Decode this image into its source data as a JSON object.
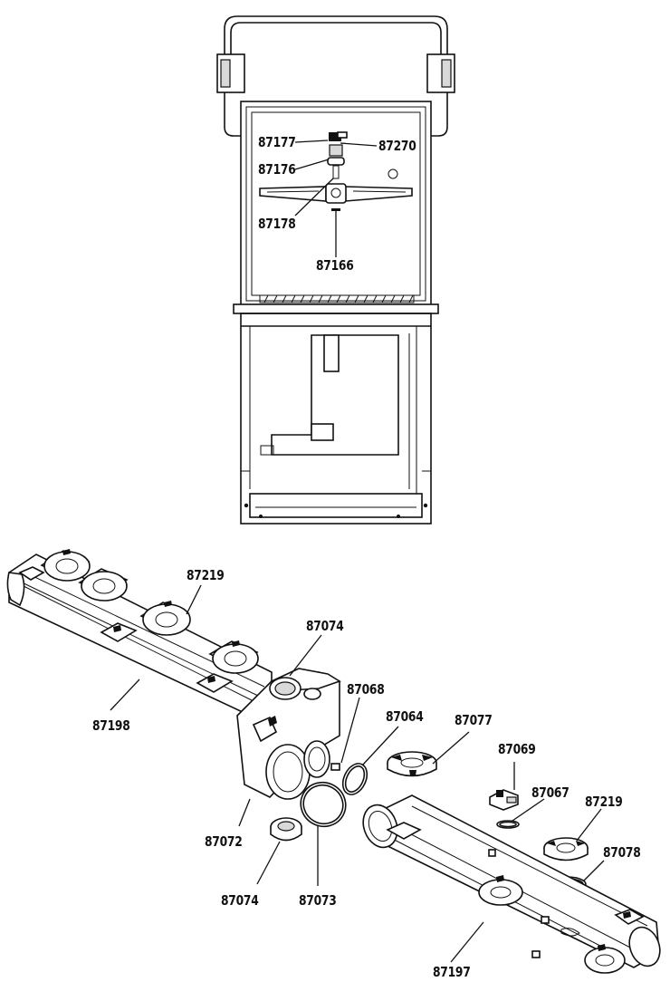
{
  "labels": {
    "top_87177": "87177",
    "top_87270": "87270",
    "top_87176": "87176",
    "top_87178": "87178",
    "top_87166": "87166",
    "p_87219_a": "87219",
    "p_87074_a": "87074",
    "p_87068": "87068",
    "p_87064": "87064",
    "p_87077": "87077",
    "p_87198": "87198",
    "p_87069": "87069",
    "p_87067": "87067",
    "p_87219_b": "87219",
    "p_87072": "87072",
    "p_87078": "87078",
    "p_87074_b": "87074",
    "p_87073": "87073",
    "p_87197": "87197"
  }
}
